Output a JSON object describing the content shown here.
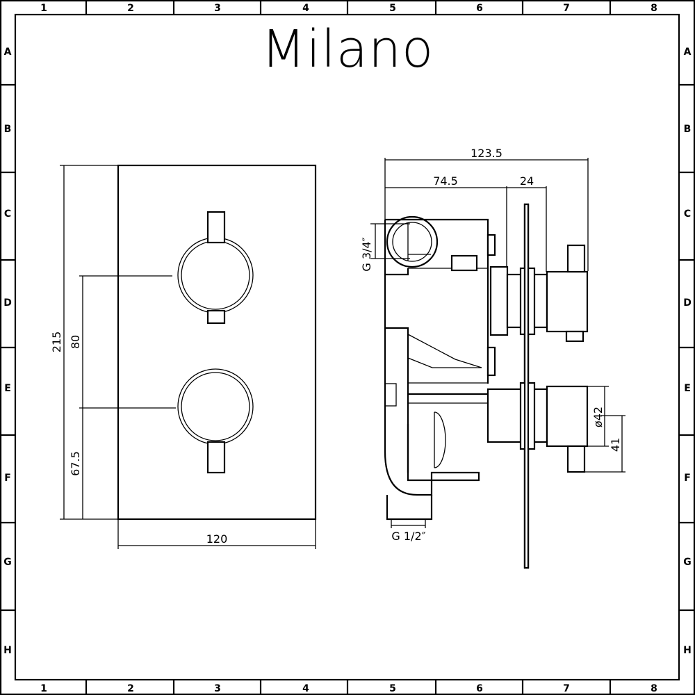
{
  "brand": "Milano",
  "grid": {
    "columns": [
      "1",
      "2",
      "3",
      "4",
      "5",
      "6",
      "7",
      "8"
    ],
    "rows": [
      "A",
      "B",
      "C",
      "D",
      "E",
      "F",
      "G",
      "H"
    ]
  },
  "front_view": {
    "height_dim": "215",
    "knob_spacing_dim": "80",
    "lower_knob_dim": "67.5",
    "width_dim": "120"
  },
  "side_view": {
    "total_depth_dim": "123.5",
    "body_depth_dim": "74.5",
    "cartridge_dim": "24",
    "inlet_thread": "G 3/4″",
    "outlet_thread": "G 1/2″",
    "handle_diameter_dim": "ø42",
    "lever_dim": "41"
  },
  "colors": {
    "line": "#000000",
    "background": "#ffffff"
  }
}
